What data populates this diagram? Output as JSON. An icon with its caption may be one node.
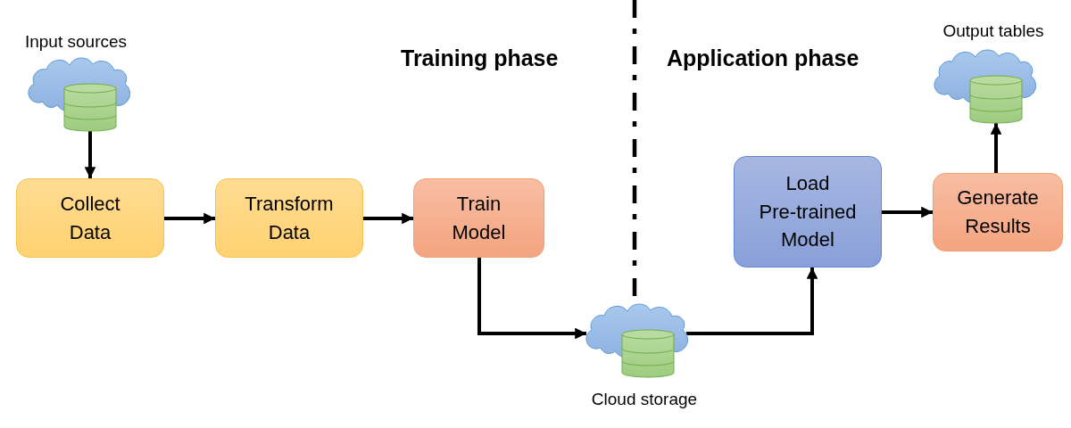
{
  "diagram": {
    "nodes": [
      {
        "text": [],
        "shape": "cloud",
        "beside": [
          "Input sources"
        ]
      },
      {
        "text": [
          "Collect Data"
        ]
      },
      {
        "text": [
          "Transform Data"
        ]
      },
      {
        "text": [
          "Train Model"
        ]
      },
      {
        "text": [],
        "shape": "cloud",
        "beside": [
          "Cloud storage"
        ]
      },
      {
        "text": [
          "Load Pre-trained Model"
        ]
      },
      {
        "text": [
          "Generate Results"
        ]
      },
      {
        "text": [],
        "shape": "cloud",
        "beside": [
          "Output tables"
        ]
      }
    ],
    "edges": [
      {
        "from": 0,
        "to": 1,
        "arrow": "to"
      },
      {
        "from": 1,
        "to": 2,
        "arrow": "to"
      },
      {
        "from": 2,
        "to": 3,
        "arrow": "to"
      },
      {
        "from": 3,
        "to": 4,
        "arrow": "to"
      },
      {
        "from": 4,
        "to": 5,
        "arrow": "to"
      },
      {
        "from": 5,
        "to": 6,
        "arrow": "to"
      },
      {
        "from": 6,
        "to": 7,
        "arrow": "to"
      }
    ],
    "labels": [
      "Training phase",
      "Application phase"
    ]
  }
}
